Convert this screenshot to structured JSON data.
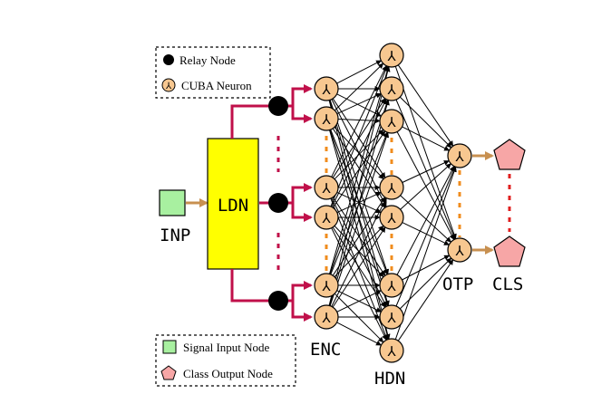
{
  "legend_top": {
    "relay_label": "Relay Node",
    "cuba_label": "CUBA Neuron"
  },
  "legend_bottom": {
    "input_label": "Signal Input Node",
    "output_label": "Class Output Node"
  },
  "labels": {
    "inp": "INP",
    "ldn": "LDN",
    "enc": "ENC",
    "hdn": "HDN",
    "otp": "OTP",
    "cls": "CLS"
  },
  "neuron_glyph": "⅄",
  "colors": {
    "input_node": "#a8f0a0",
    "ldn_block": "#ffff00",
    "relay": "#000000",
    "neuron_fill": "#f7c790",
    "class_output": "#f7a6a6",
    "relay_wire": "#c0104a",
    "input_arrow": "#c89050",
    "ellipsis_orange": "#f08c1e",
    "ellipsis_red": "#e02020"
  }
}
